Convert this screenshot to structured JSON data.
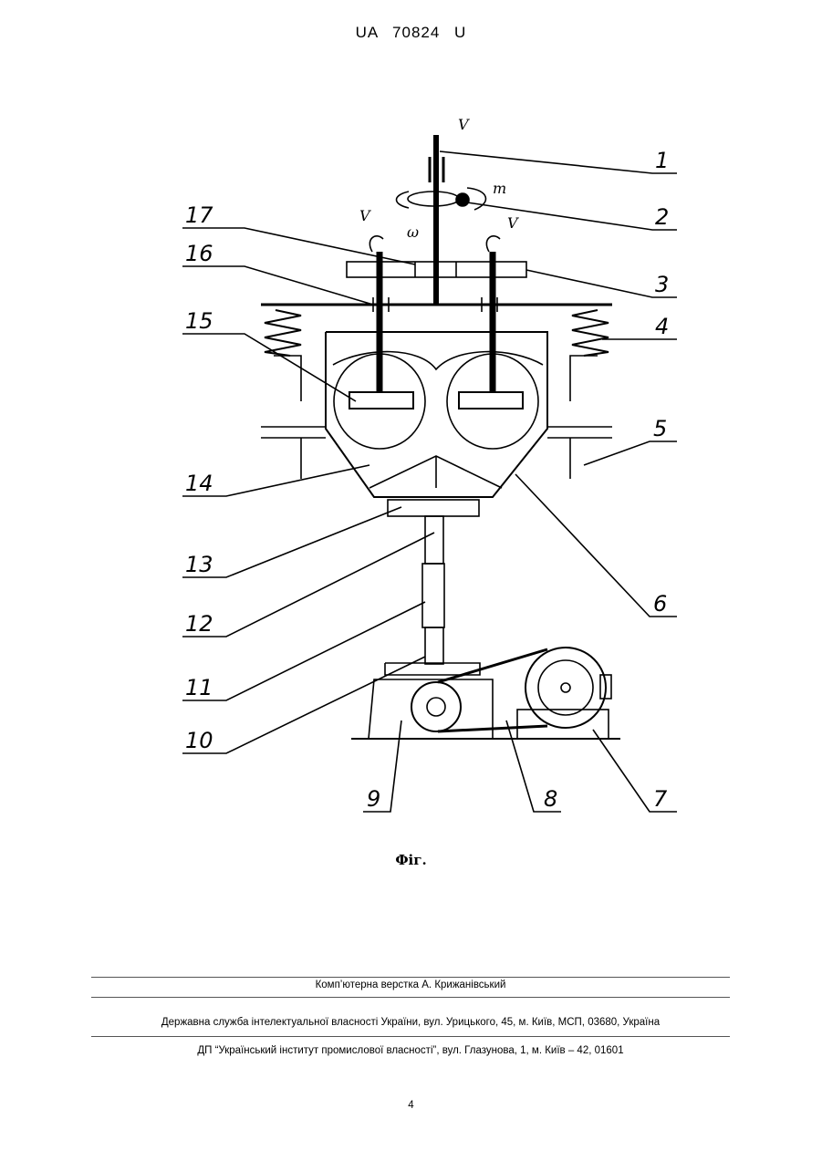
{
  "header": {
    "patent_number": "UA   70824   U"
  },
  "figure": {
    "labels": [
      "1",
      "2",
      "3",
      "4",
      "5",
      "6",
      "7",
      "8",
      "9",
      "10",
      "11",
      "12",
      "13",
      "14",
      "15",
      "16",
      "17"
    ],
    "symbols": {
      "v": "V",
      "m": "m",
      "omega": "ω"
    }
  },
  "caption": "Фіг.",
  "footer": {
    "layout_credit": "Комп’ютерна верстка А. Крижанівський",
    "office": "Державна служба інтелектуальної власності України, вул. Урицького, 45, м. Київ, МСП, 03680, Україна",
    "institute": "ДП “Український інститут промислової власності”, вул. Глазунова, 1, м. Київ – 42, 01601"
  },
  "page_number": "4"
}
